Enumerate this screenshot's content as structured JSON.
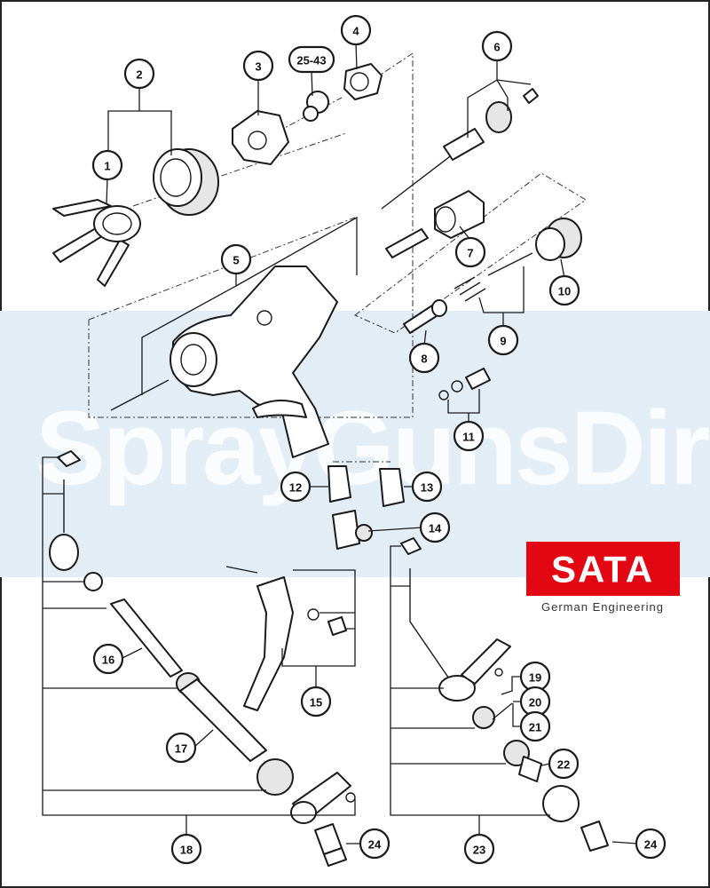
{
  "watermark": {
    "text": "SprayGunsDirect",
    "band_color": "#e3edf6"
  },
  "logo": {
    "brand": "SATA",
    "tagline": "German Engineering",
    "color": "#e30613"
  },
  "callouts": [
    {
      "id": "c1",
      "label": "1"
    },
    {
      "id": "c2",
      "label": "2"
    },
    {
      "id": "c3",
      "label": "3"
    },
    {
      "id": "c2543",
      "label": "25-43"
    },
    {
      "id": "c4",
      "label": "4"
    },
    {
      "id": "c5",
      "label": "5"
    },
    {
      "id": "c6",
      "label": "6"
    },
    {
      "id": "c7",
      "label": "7"
    },
    {
      "id": "c8",
      "label": "8"
    },
    {
      "id": "c9",
      "label": "9"
    },
    {
      "id": "c10",
      "label": "10"
    },
    {
      "id": "c11",
      "label": "11"
    },
    {
      "id": "c12",
      "label": "12"
    },
    {
      "id": "c13",
      "label": "13"
    },
    {
      "id": "c14",
      "label": "14"
    },
    {
      "id": "c15",
      "label": "15"
    },
    {
      "id": "c16",
      "label": "16"
    },
    {
      "id": "c17",
      "label": "17"
    },
    {
      "id": "c18",
      "label": "18"
    },
    {
      "id": "c19",
      "label": "19"
    },
    {
      "id": "c20",
      "label": "20"
    },
    {
      "id": "c21",
      "label": "21"
    },
    {
      "id": "c22",
      "label": "22"
    },
    {
      "id": "c23",
      "label": "23"
    },
    {
      "id": "c24a",
      "label": "24"
    },
    {
      "id": "c24b",
      "label": "24"
    }
  ]
}
